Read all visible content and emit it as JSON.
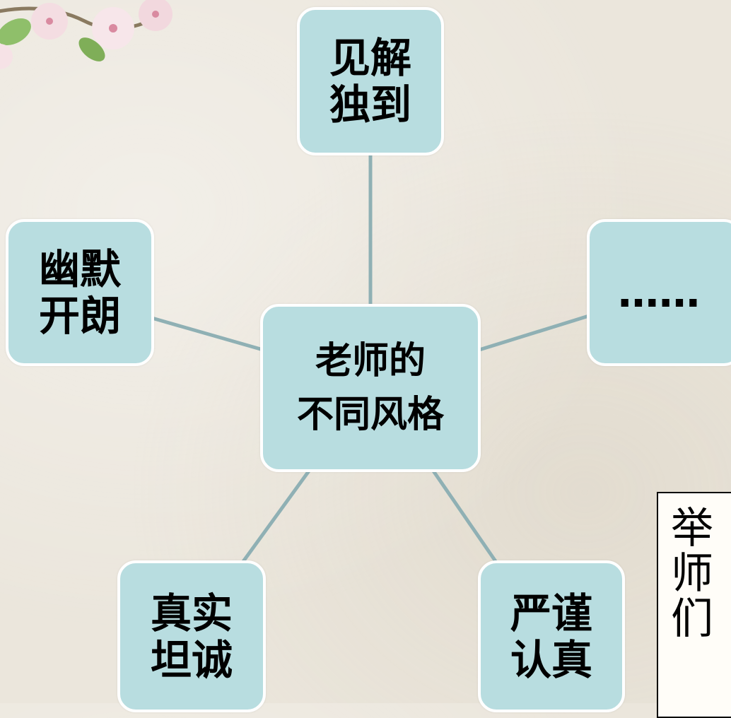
{
  "center": {
    "line1": "老师的",
    "line2": "不同风格"
  },
  "nodes": {
    "top": {
      "line1": "见解",
      "line2": "独到"
    },
    "left": {
      "line1": "幽默",
      "line2": "开朗"
    },
    "right": {
      "line1": "……"
    },
    "bottom_left": {
      "line1": "真实",
      "line2": "坦诚"
    },
    "bottom_right": {
      "line1": "严谨",
      "line2": "认真"
    }
  },
  "note": {
    "line1": "举",
    "line2": "师",
    "line3": "们"
  },
  "colors": {
    "node_fill": "#b8dde0",
    "connector": "#8fb0b4",
    "background": "#ebe6dc"
  }
}
